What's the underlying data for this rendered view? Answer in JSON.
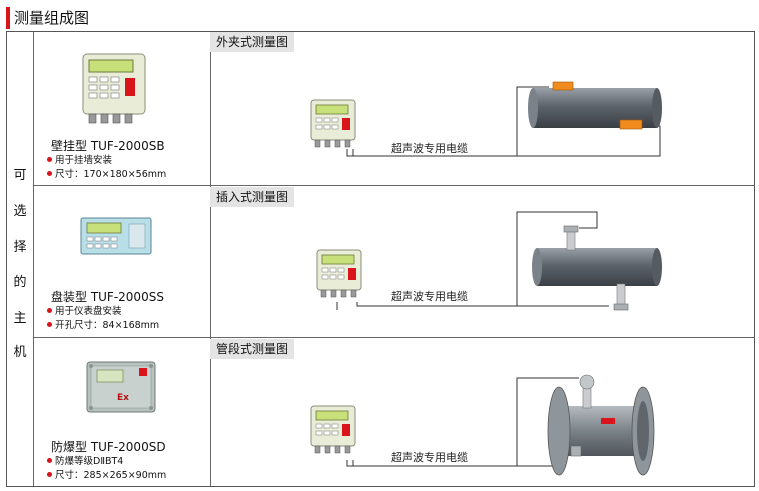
{
  "header": {
    "title": "测量组成图"
  },
  "side_label": [
    "可",
    "选",
    "择",
    "的",
    "主",
    "机"
  ],
  "rows": [
    {
      "model": "壁挂型  TUF-2000SB",
      "bullets": [
        "用于挂墙安装",
        "尺寸：170×180×56mm"
      ],
      "diagram_label": "外夹式测量图",
      "cable_label": "超声波专用电缆"
    },
    {
      "model": "盘装型  TUF-2000SS",
      "bullets": [
        "用于仪表盘安装",
        "开孔尺寸：84×168mm"
      ],
      "diagram_label": "插入式测量图",
      "cable_label": "超声波专用电缆"
    },
    {
      "model": "防爆型  TUF-2000SD",
      "bullets": [
        "防爆等级DⅡBT4",
        "尺寸：285×265×90mm"
      ],
      "diagram_label": "管段式测量图",
      "cable_label": "超声波专用电缆"
    }
  ],
  "device_badge": "Ex",
  "colors": {
    "accent": "#d9141b",
    "label_bg": "#e4e4e4",
    "transducer": "#f08c1e",
    "device_panel": "#b8dfe8",
    "lcd": "#c7e07a"
  }
}
